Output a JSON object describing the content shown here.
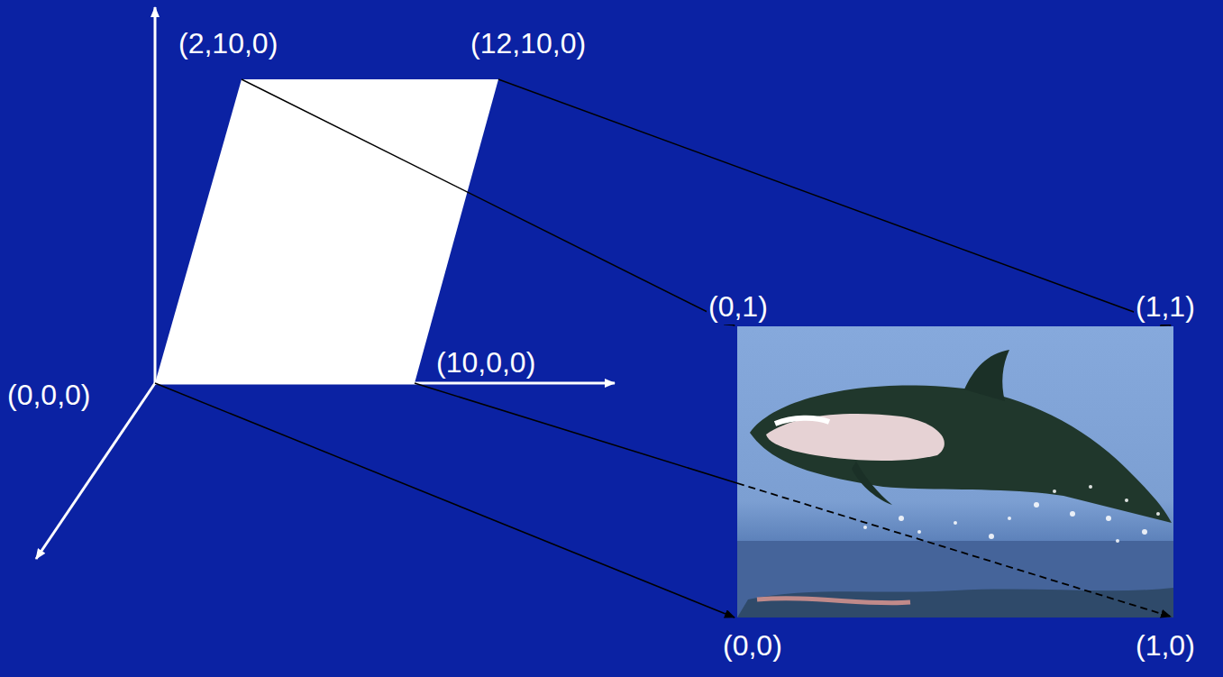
{
  "diagram": {
    "labels": [
      "(2,10,0)",
      "(12,10,0)",
      "(0,0,0)",
      "(10,0,0)",
      "(0,1)",
      "(1,1)",
      "(0,0)",
      "(1,0)"
    ]
  }
}
